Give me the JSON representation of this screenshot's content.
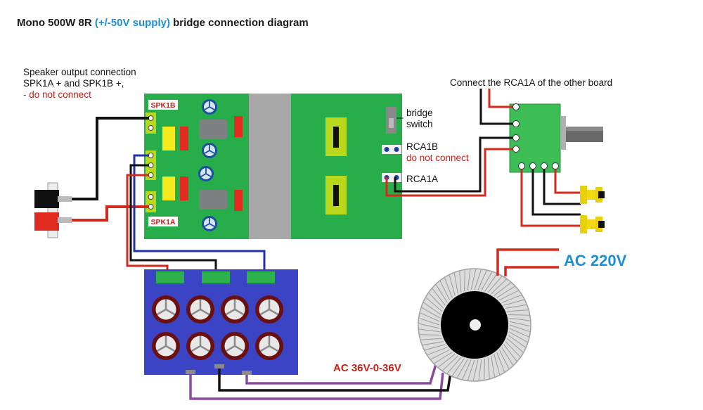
{
  "title": {
    "part1": "Mono 500W 8R ",
    "part2": "(+/-50V supply)",
    "part3": " bridge connection diagram"
  },
  "speaker_note": {
    "line1": "Speaker output connection",
    "line2": "SPK1A + and SPK1B +,",
    "line3": "- do not connect"
  },
  "board": {
    "spk1b_label": "SPK1B",
    "spk1a_label": "SPK1A"
  },
  "bridge_switch": {
    "line1": "bridge",
    "line2": "switch"
  },
  "rca1b": {
    "label": "RCA1B",
    "note": "do not connect"
  },
  "rca1a": {
    "label": "RCA1A"
  },
  "rca_note": "Connect the RCA1A of the other board",
  "ac_main": "AC 220V",
  "ac_secondary": "AC 36V-0-36V",
  "colors": {
    "board_green": "#27ad4a",
    "heatsink": "#a9a9a9",
    "psu_blue": "#3a44c4",
    "wire_red": "#d42a1e",
    "wire_black": "#111111",
    "wire_blue": "#2233aa",
    "wire_purple": "#8a4aa0",
    "accent_blue": "#1a8fd6",
    "warn_red": "#c3231b"
  }
}
